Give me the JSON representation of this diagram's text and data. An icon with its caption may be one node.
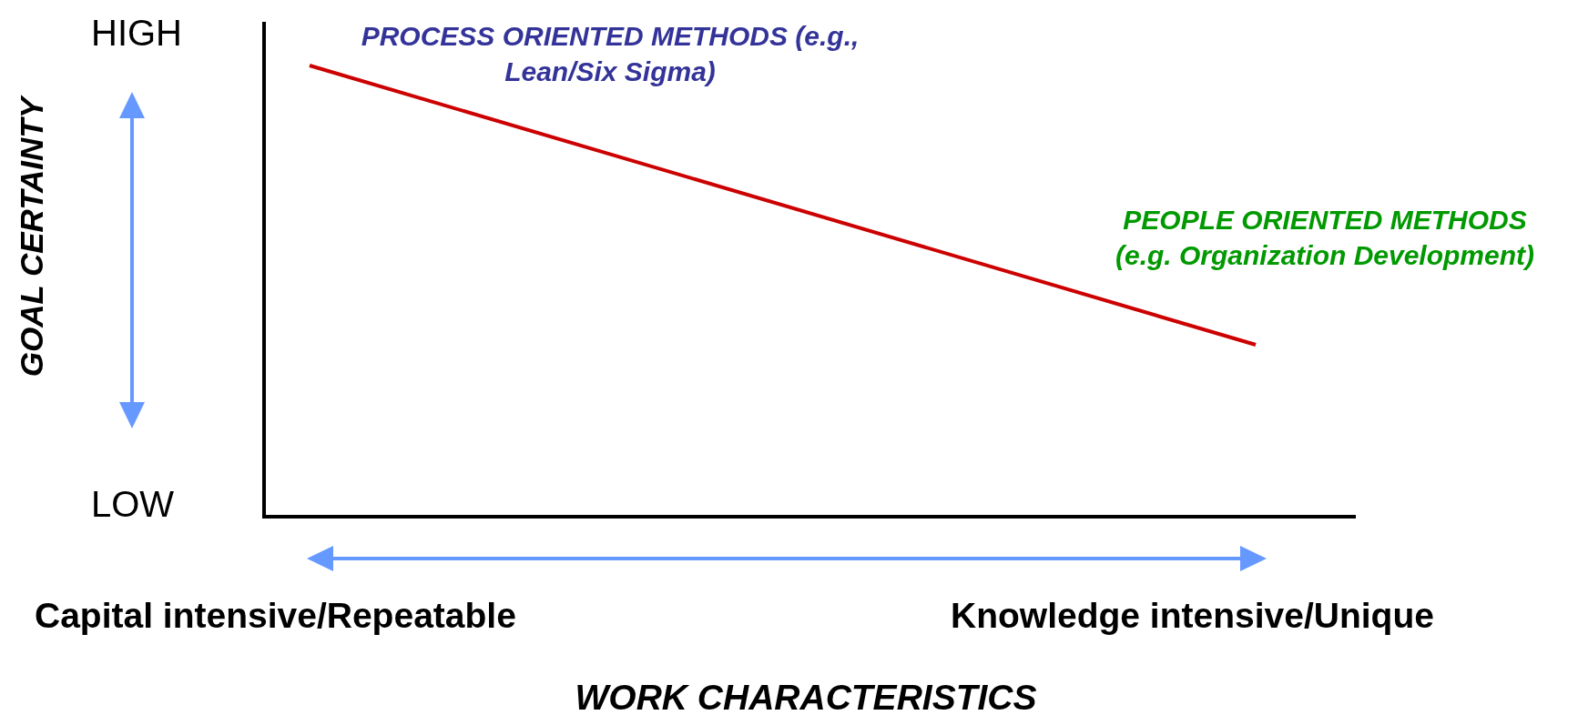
{
  "diagram": {
    "nodes": [
      {
        "text": [
          "PROCESS ORIENTED METHODS (e.g., Lean/Six Sigma)"
        ]
      },
      {
        "text": [
          "PEOPLE ORIENTED METHODS (e.g. Organization Development)"
        ]
      }
    ],
    "edges": [
      {
        "from": 0,
        "to": 1,
        "arrow": "none"
      }
    ],
    "labels": [
      "HIGH",
      "GOAL CERTAINTY",
      "LOW",
      "Capital intensive/Repeatable",
      "Knowledge intensive/Unique",
      "WORK CHARACTERISTICS"
    ]
  }
}
